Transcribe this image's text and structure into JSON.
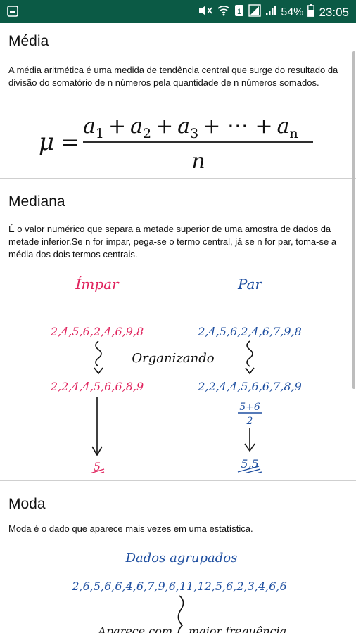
{
  "status_bar": {
    "battery_percent": "54%",
    "time": "23:05",
    "sim_label": "1",
    "icons": [
      "notification-icon",
      "mute-icon",
      "wifi-icon",
      "sim-icon",
      "signal-icon",
      "battery-icon"
    ]
  },
  "sections": {
    "media": {
      "title": "Média",
      "description": "A média aritmética é uma medida de tendência central que surge do resultado da divisão do somatório de n números pela quantidade de n números somados.",
      "formula": {
        "lhs": "μ",
        "eq": "=",
        "numerator_parts": [
          "a",
          "1",
          "+",
          "a",
          "2",
          "+",
          "a",
          "3",
          "+ ⋯ +",
          "a",
          "n"
        ],
        "denominator": "n"
      }
    },
    "mediana": {
      "title": "Mediana",
      "description": "É o valor numérico que separa a metade superior de uma amostra de dados da metade inferior.Se n for impar, pega-se o termo central, já se n for par, toma-se a média dos dois termos centrais.",
      "impar": {
        "label": "Ímpar",
        "sequence": "2,4,5,6,2,4,6,9,8",
        "sorted": "2,2,4,4,5,6,6,8,9",
        "result": "5"
      },
      "par": {
        "label": "Par",
        "sequence": "2,4,5,6,2,4,6,7,9,8",
        "sorted": "2,2,4,4,5,6,6,7,8,9",
        "fraction_num": "5+6",
        "fraction_den": "2",
        "result": "5,5"
      },
      "middle_label": "Organizando"
    },
    "moda": {
      "title": "Moda",
      "description": "Moda é o dado que aparece mais vezes em uma estatística.",
      "group_label": "Dados agrupados",
      "sequence": "2,6,5,6,6,4,6,7,9,6,11,12,5,6,2,3,4,6,6",
      "caption_left": "Aparece com",
      "caption_right": "maior frequência"
    }
  },
  "colors": {
    "status_bar": "#0b5a45",
    "red": "#e0245e",
    "blue": "#1f4fa0"
  }
}
